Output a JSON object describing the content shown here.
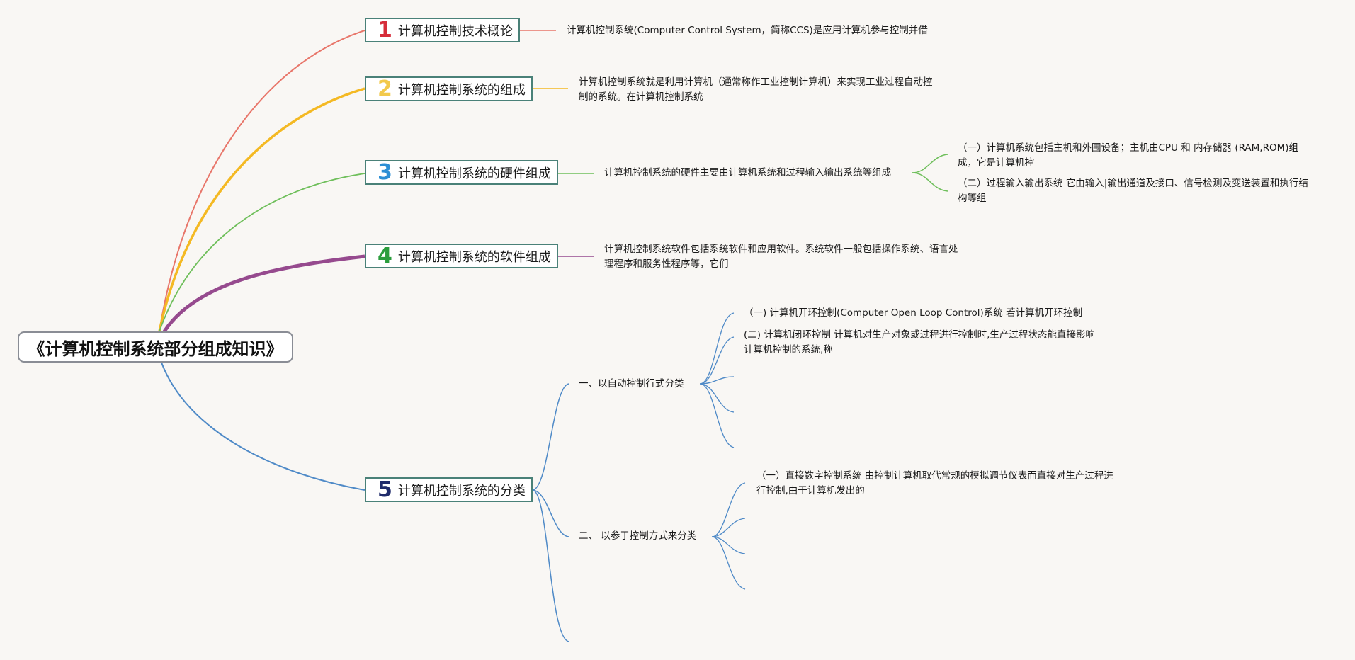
{
  "root": {
    "title": "《计算机控制系统部分组成知识》"
  },
  "colors": {
    "topic1": "#e8766a",
    "topic2": "#f4b923",
    "topic3": "#6fbf5b",
    "topic4": "#964a8e",
    "topic5": "#4f8ac7",
    "num1": "#d62d3a",
    "num2": "#f2c94c",
    "num3": "#2d8fd5",
    "num4": "#2a9d3c",
    "num5": "#1f2b6b"
  },
  "topics": [
    {
      "num": "1",
      "label": "计算机控制技术概论",
      "note": "计算机控制系统(Computer Control System，简称CCS)是应用计算机参与控制并借"
    },
    {
      "num": "2",
      "label": "计算机控制系统的组成",
      "note": "计算机控制系统就是利用计算机（通常称作工业控制计算机）来实现工业过程自动控制的系统。在计算机控制系统"
    },
    {
      "num": "3",
      "label": "计算机控制系统的硬件组成",
      "note": "计算机控制系统的硬件主要由计算机系统和过程输入输出系统等组成",
      "children": [
        "（一）计算机系统包括主机和外围设备；主机由CPU 和 内存储器 (RAM,ROM)组成，它是计算机控",
        "（二）过程输入输出系统 它由输入|输出通道及接口、信号检测及变送装置和执行结构等组"
      ]
    },
    {
      "num": "4",
      "label": "计算机控制系统的软件组成",
      "note": "计算机控制系统软件包括系统软件和应用软件。系统软件一般包括操作系统、语言处理程序和服务性程序等，它们"
    },
    {
      "num": "5",
      "label": "计算机控制系统的分类",
      "groups": [
        {
          "label": "一、以自动控制行式分类",
          "children": [
            "（一) 计算机开环控制(Computer Open Loop Control)系统 若计算机开环控制",
            "(二) 计算机闭环控制 计算机对生产对象或过程进行控制时,生产过程状态能直接影响计算机控制的系统,称"
          ]
        },
        {
          "label": "二、 以参于控制方式来分类",
          "children": [
            "（一）直接数字控制系统 由控制计算机取代常规的模拟调节仪表而直接对生产过程进行控制,由于计算机发出的"
          ]
        }
      ]
    }
  ]
}
